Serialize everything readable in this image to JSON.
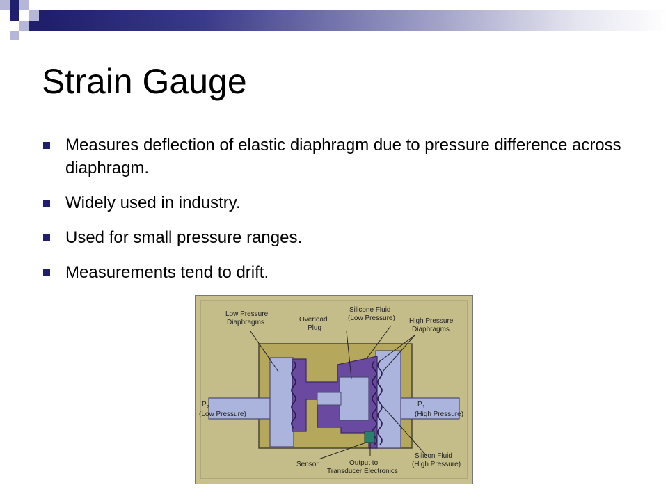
{
  "slide": {
    "title": "Strain Gauge",
    "bullets": [
      "Measures deflection of elastic diaphragm due to pressure difference across diaphragm.",
      "Widely used in industry.",
      "Used for small pressure ranges.",
      "Measurements tend to drift."
    ]
  },
  "figure": {
    "labels": {
      "low_pressure_diaphragms_1": "Low Pressure",
      "low_pressure_diaphragms_2": "Diaphragms",
      "overload_plug_1": "Overload",
      "overload_plug_2": "Plug",
      "silicone_fluid_low_1": "Silicone Fluid",
      "silicone_fluid_low_2": "(Low Pressure)",
      "high_pressure_diaphragms_1": "High Pressure",
      "high_pressure_diaphragms_2": "Diaphragms",
      "p2_1": "P",
      "p2_sub": "2",
      "p2_2": "(Low Pressure)",
      "p1_1": "P",
      "p1_sub": "1",
      "p1_2": "(High Pressure)",
      "silicon_fluid_high_1": "Silicon Fluid",
      "silicon_fluid_high_2": "(High Pressure)",
      "sensor": "Sensor",
      "output_1": "Output to",
      "output_2": "Transducer Electronics"
    }
  },
  "colors": {
    "accent_dark": "#1f1f6e",
    "accent_mid": "#8a8ac0",
    "figure_bg": "#c9c090",
    "figure_fill": "#aab4dc",
    "figure_purple": "#6a4aa0"
  }
}
